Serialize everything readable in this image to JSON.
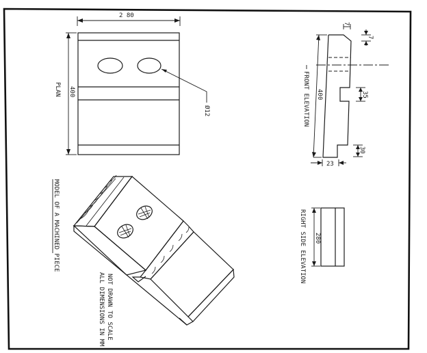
{
  "drawing": {
    "title": "Model of a machined piece – orthographic drawing",
    "views": {
      "plan": {
        "label": "PLAN",
        "width_dim": "2 80",
        "height_dim": "400",
        "hole_callout": "Ø12",
        "hole_count": 2
      },
      "front_elevation": {
        "label": "FRONT ELEVATION",
        "height_dim": "400",
        "thickness_dim": "23",
        "chamfer_x_dim": "7",
        "chamfer_y_dim": "7",
        "slot_dim": "35",
        "step_dim": "30"
      },
      "right_side_elevation": {
        "label": "RIGHT SIDE ELEVATION",
        "width_dim": "280"
      },
      "model": {
        "label": "MODEL OF A MACHINED PIECE"
      }
    },
    "notes": [
      "NOT DRAWN TO SCALE",
      "ALL DIMENSIONS IN MM"
    ],
    "colors": {
      "line": "#1a1a1a",
      "paper": "#ffffff"
    }
  }
}
